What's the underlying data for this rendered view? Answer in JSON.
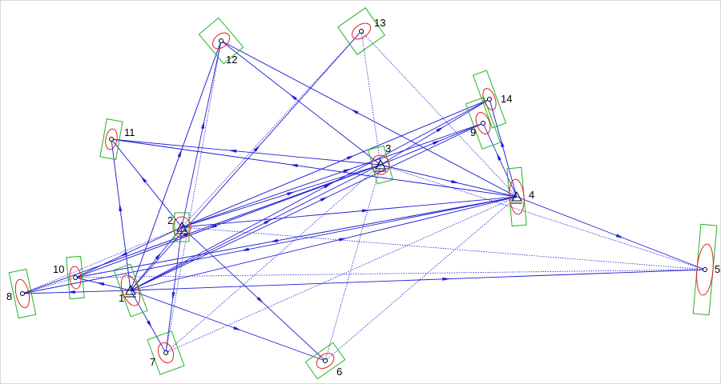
{
  "network": {
    "colors": {
      "line": "#1f1fd6",
      "ellipse": "#e0201c",
      "box": "#22b422",
      "station": "#000000"
    },
    "stations": [
      {
        "id": "1",
        "label": "1",
        "type": "triangle"
      },
      {
        "id": "2",
        "label": "2",
        "type": "triangle"
      },
      {
        "id": "3",
        "label": "3",
        "type": "triangle"
      },
      {
        "id": "4",
        "label": "4",
        "type": "triangle"
      },
      {
        "id": "5",
        "label": "5",
        "type": "circle"
      },
      {
        "id": "6",
        "label": "6",
        "type": "circle"
      },
      {
        "id": "7",
        "label": "7",
        "type": "circle"
      },
      {
        "id": "8",
        "label": "8",
        "type": "circle"
      },
      {
        "id": "9",
        "label": "9",
        "type": "circle"
      },
      {
        "id": "10",
        "label": "10",
        "type": "circle"
      },
      {
        "id": "11",
        "label": "11",
        "type": "circle"
      },
      {
        "id": "12",
        "label": "12",
        "type": "circle"
      },
      {
        "id": "13",
        "label": "13",
        "type": "circle"
      },
      {
        "id": "14",
        "label": "14",
        "type": "circle"
      }
    ],
    "solid_edges": [
      [
        "1",
        "2"
      ],
      [
        "1",
        "3"
      ],
      [
        "1",
        "4"
      ],
      [
        "1",
        "5"
      ],
      [
        "1",
        "11"
      ],
      [
        "1",
        "12"
      ],
      [
        "1",
        "13"
      ],
      [
        "1",
        "7"
      ],
      [
        "1",
        "6"
      ],
      [
        "1",
        "8"
      ],
      [
        "1",
        "10"
      ],
      [
        "1",
        "9"
      ],
      [
        "1",
        "14"
      ],
      [
        "2",
        "3"
      ],
      [
        "2",
        "4"
      ],
      [
        "2",
        "12"
      ],
      [
        "2",
        "11"
      ],
      [
        "2",
        "7"
      ],
      [
        "2",
        "6"
      ],
      [
        "2",
        "14"
      ],
      [
        "2",
        "9"
      ],
      [
        "2",
        "10"
      ],
      [
        "3",
        "4"
      ],
      [
        "3",
        "11"
      ],
      [
        "3",
        "12"
      ],
      [
        "3",
        "14"
      ],
      [
        "3",
        "9"
      ],
      [
        "3",
        "10"
      ],
      [
        "3",
        "8"
      ],
      [
        "4",
        "5"
      ],
      [
        "4",
        "11"
      ],
      [
        "4",
        "12"
      ],
      [
        "4",
        "9"
      ],
      [
        "4",
        "14"
      ],
      [
        "4",
        "10"
      ],
      [
        "4",
        "8"
      ]
    ],
    "dotted_edges": [
      [
        "8",
        "10"
      ],
      [
        "8",
        "2"
      ],
      [
        "8",
        "3"
      ],
      [
        "10",
        "3"
      ],
      [
        "10",
        "4"
      ],
      [
        "5",
        "2"
      ],
      [
        "5",
        "3"
      ],
      [
        "6",
        "3"
      ],
      [
        "6",
        "4"
      ],
      [
        "7",
        "3"
      ],
      [
        "7",
        "4"
      ],
      [
        "7",
        "12"
      ],
      [
        "13",
        "3"
      ],
      [
        "13",
        "4"
      ],
      [
        "13",
        "2"
      ],
      [
        "12",
        "4"
      ],
      [
        "12",
        "1"
      ],
      [
        "11",
        "1"
      ],
      [
        "11",
        "4"
      ],
      [
        "11",
        "2"
      ],
      [
        "9",
        "3"
      ],
      [
        "14",
        "4"
      ],
      [
        "14",
        "2"
      ],
      [
        "5",
        "10"
      ]
    ]
  }
}
